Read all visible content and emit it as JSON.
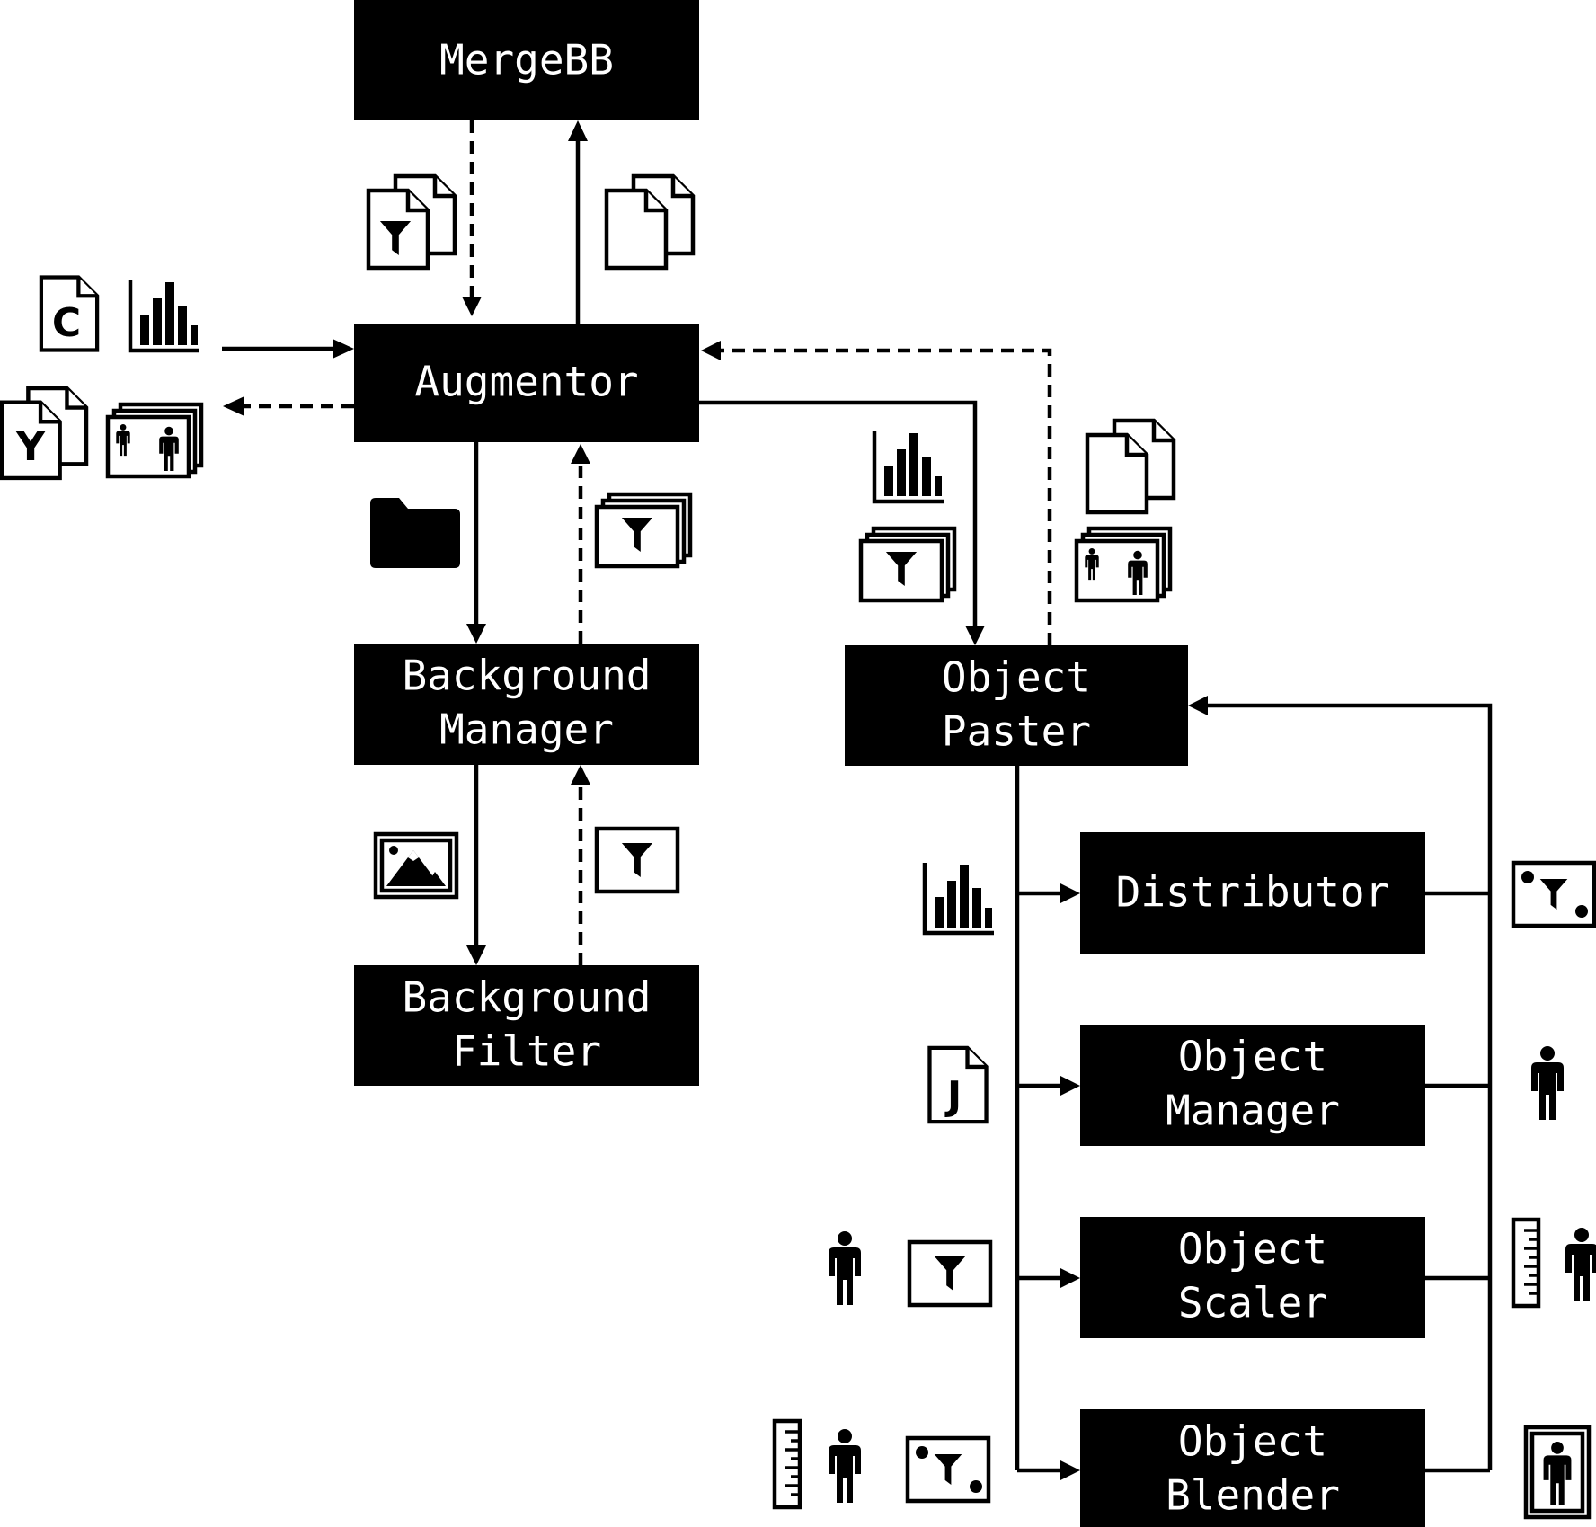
{
  "colors": {
    "box_fill": "#000000",
    "box_text": "#ffffff",
    "line": "#000000",
    "background": "#ffffff"
  },
  "nodes": {
    "mergebb": [
      "MergeBB"
    ],
    "augmentor": [
      "Augmentor"
    ],
    "background_manager": [
      "Background",
      "Manager"
    ],
    "background_filter": [
      "Background",
      "Filter"
    ],
    "object_paster": [
      "Object",
      "Paster"
    ],
    "distributor": [
      "Distributor"
    ],
    "object_manager": [
      "Object",
      "Manager"
    ],
    "object_scaler": [
      "Object",
      "Scaler"
    ],
    "object_blender": [
      "Object",
      "Blender"
    ]
  },
  "icon_letters": {
    "c_file": "C",
    "y_file": "Y",
    "j_file": "J"
  },
  "icons": {
    "mergebb_to_augmentor": [
      "filter-documents-icon"
    ],
    "augmentor_to_mergebb": [
      "documents-icon"
    ],
    "input_to_augmentor": [
      "c-file-icon",
      "bar-chart-icon"
    ],
    "augmentor_output": [
      "y-files-icon",
      "image-stack-people-icon"
    ],
    "augmentor_to_background_manager": [
      "folder-icon"
    ],
    "background_manager_to_augmentor": [
      "filtered-image-stack-icon"
    ],
    "augmentor_to_object_paster": [
      "bar-chart-icon",
      "filtered-image-stack-icon"
    ],
    "object_paster_to_augmentor": [
      "documents-icon",
      "image-stack-people-icon"
    ],
    "background_manager_to_filter": [
      "landscape-image-icon"
    ],
    "filter_to_background_manager": [
      "filter-frame-icon"
    ],
    "to_distributor": [
      "bar-chart-icon"
    ],
    "from_distributor": [
      "dotted-filter-frame-icon"
    ],
    "to_object_manager": [
      "j-file-icon"
    ],
    "from_object_manager": [
      "person-icon"
    ],
    "to_object_scaler": [
      "person-icon",
      "filter-frame-icon"
    ],
    "from_object_scaler": [
      "ruler-icon",
      "person-icon"
    ],
    "to_object_blender": [
      "ruler-icon",
      "person-icon",
      "dotted-filter-frame-icon"
    ],
    "from_object_blender": [
      "framed-person-icon"
    ]
  }
}
